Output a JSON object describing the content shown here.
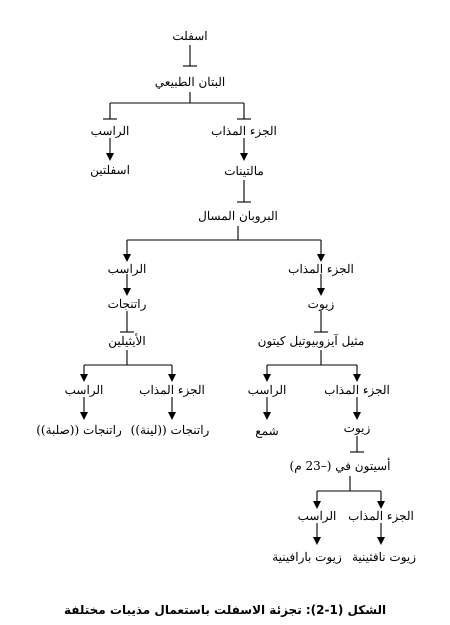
{
  "diagram": {
    "nodes": {
      "asphalt": "اسفلت",
      "natural_bitumen": "البتان الطبيعي",
      "precipitate_1": "الراسب",
      "dissolved_1": "الجزء المذاب",
      "asphaltenes": "اسفلتين",
      "maltenes": "مالتينات",
      "liquid_propane": "البروبان المسال",
      "precipitate_2": "الراسب",
      "dissolved_2": "الجزء المذاب",
      "resins": "راتنجات",
      "oils_1": "زيوت",
      "ethylene": "الأيثيلين",
      "mibk": "مثيل آيزوبيوتيل كيتون",
      "precipitate_3": "الراسب",
      "dissolved_3": "الجزء المذاب",
      "precipitate_4": "الراسب",
      "dissolved_4": "الجزء المذاب",
      "hard_resins": "راتنجات ((صلبة))",
      "soft_resins": "راتنجات ((لينة))",
      "wax": "شمع",
      "oils_2": "زيوت",
      "acetone": "أسيتون في (–23 م)",
      "precipitate_5": "الراسب",
      "dissolved_5": "الجزء المذاب",
      "paraffinic_oils": "زيوت بارافينية",
      "naphthenic_oils": "زيوت نافثينية"
    }
  },
  "caption": "الشكل (1-2): تجزئة الاسفلت باستعمال مذيبات مختلفة"
}
